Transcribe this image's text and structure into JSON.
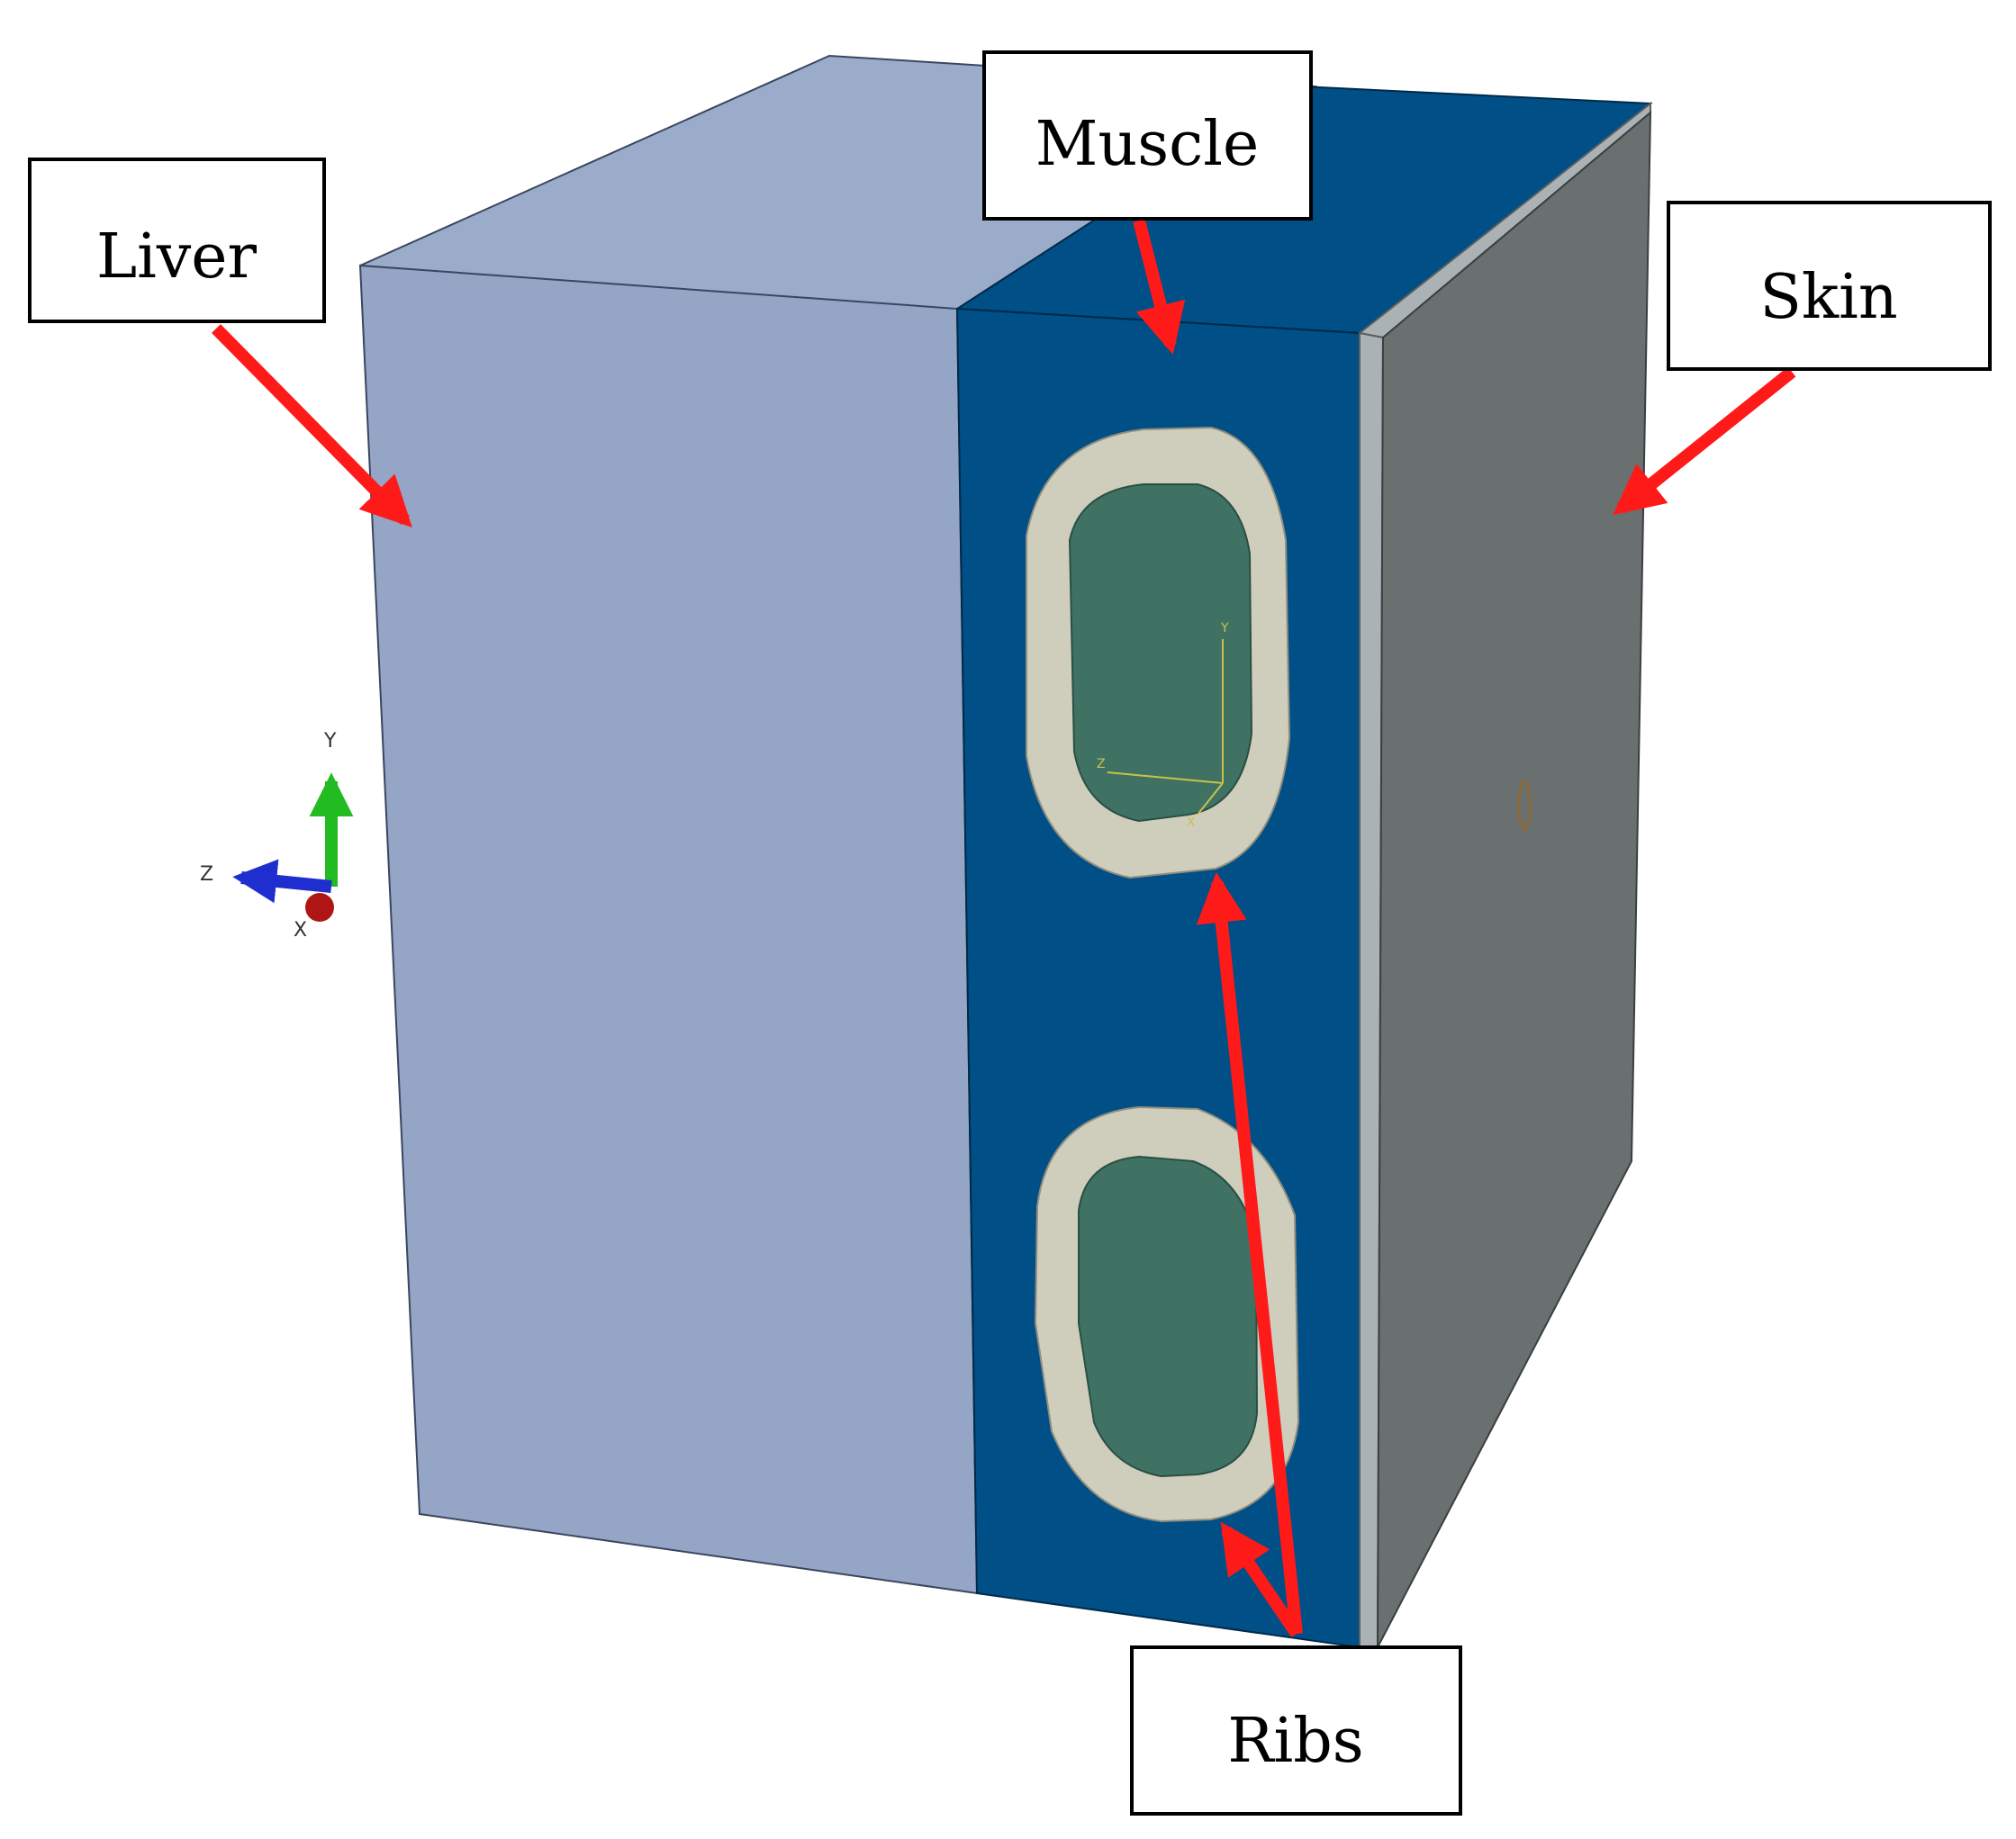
{
  "labels": {
    "liver": "Liver",
    "muscle": "Muscle",
    "skin": "Skin",
    "ribs": "Ribs"
  },
  "triad": {
    "x": "X",
    "y": "Y",
    "z": "Z"
  },
  "colors": {
    "liver_front": "#95a5c6",
    "liver_top": "#9aacca",
    "muscle": "#004f86",
    "skin_side": "#6a706f",
    "skin_top": "#aab2b5",
    "rib_cortical": "#cfcebc",
    "rib_marrow": "#3f7262",
    "arrow": "#ff1a1a"
  }
}
